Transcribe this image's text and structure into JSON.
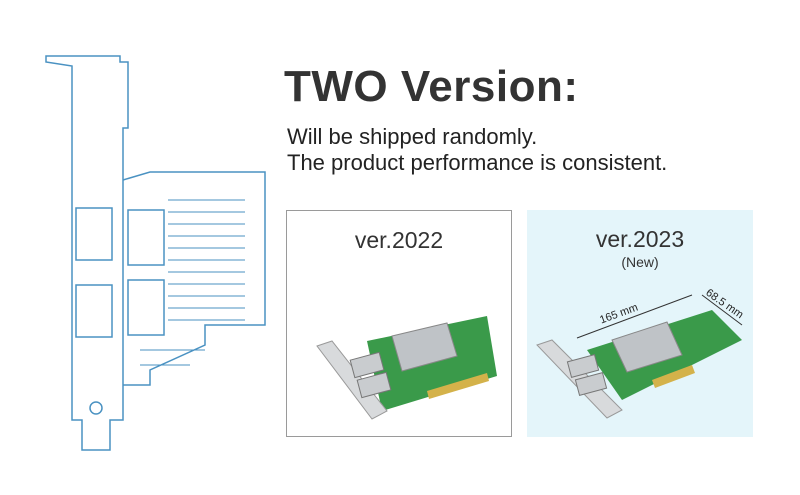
{
  "headline": "TWO Version:",
  "subtitle_lines": [
    "Will be shipped randomly.",
    "The product performance is consistent."
  ],
  "versions": [
    {
      "label": "ver.2022"
    },
    {
      "label": "ver.2023",
      "note": "(New)",
      "dimensions": {
        "length": "165 mm",
        "height": "68.5 mm"
      }
    }
  ],
  "colors": {
    "outline": "#4a92c2",
    "new_box_bg": "#e4f5fa",
    "pcb": "#3a9a4a"
  }
}
